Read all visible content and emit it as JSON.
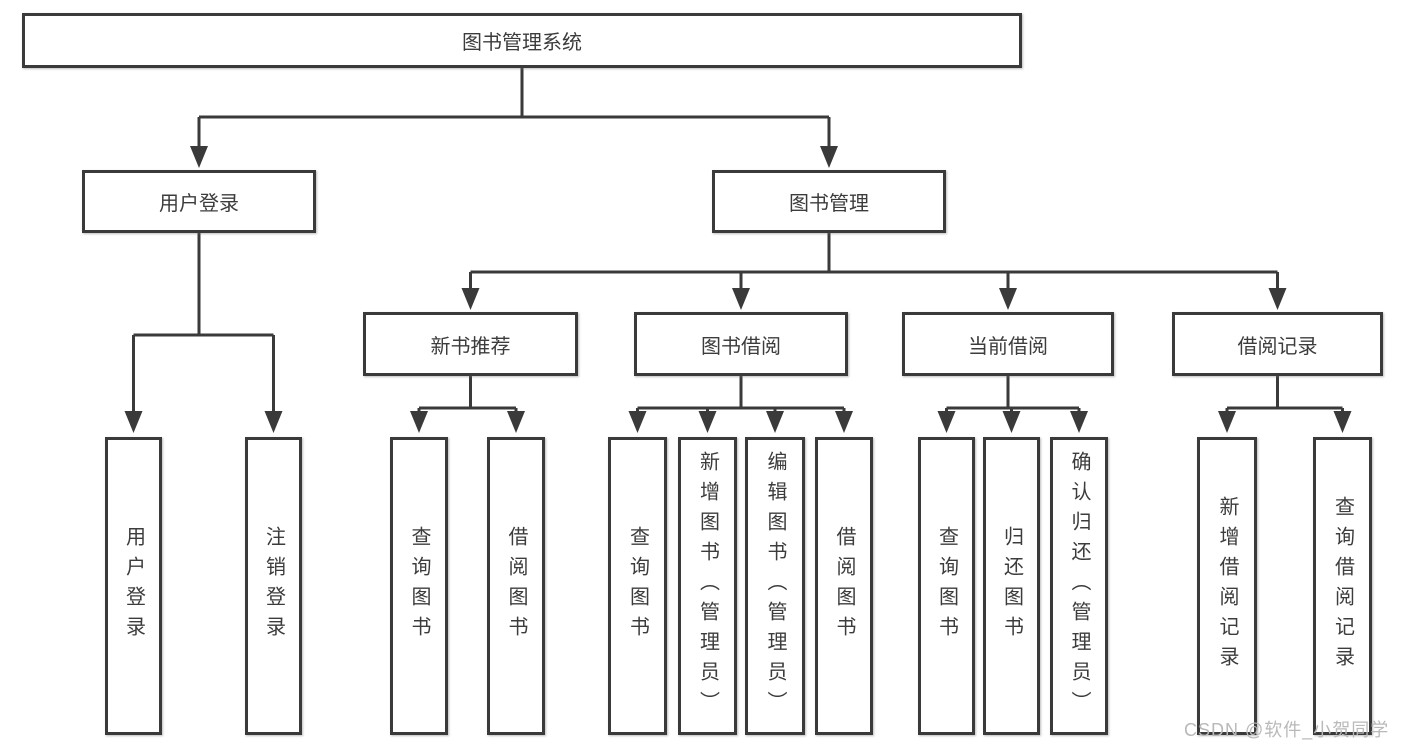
{
  "diagram": {
    "root": "图书管理系统",
    "level2": [
      "用户登录",
      "图书管理"
    ],
    "level3": [
      "新书推荐",
      "图书借阅",
      "当前借阅",
      "借阅记录"
    ],
    "leaves_user_login": [
      "用户登录",
      "注销登录"
    ],
    "leaves_new_books": [
      "查询图书",
      "借阅图书"
    ],
    "leaves_book_borrow": [
      "查询图书",
      "新增图书（管理员）",
      "编辑图书（管理员）",
      "借阅图书"
    ],
    "leaves_current_borrow": [
      "查询图书",
      "归还图书",
      "确认归还（管理员）"
    ],
    "leaves_borrow_records": [
      "新增借阅记录",
      "查询借阅记录"
    ],
    "watermark": "CSDN @软件_小贺同学",
    "colors": {
      "line": "#3a3a3a",
      "text": "#3c3c3c",
      "box_background": "#ffffff",
      "watermark": "#b9b9b9"
    }
  }
}
